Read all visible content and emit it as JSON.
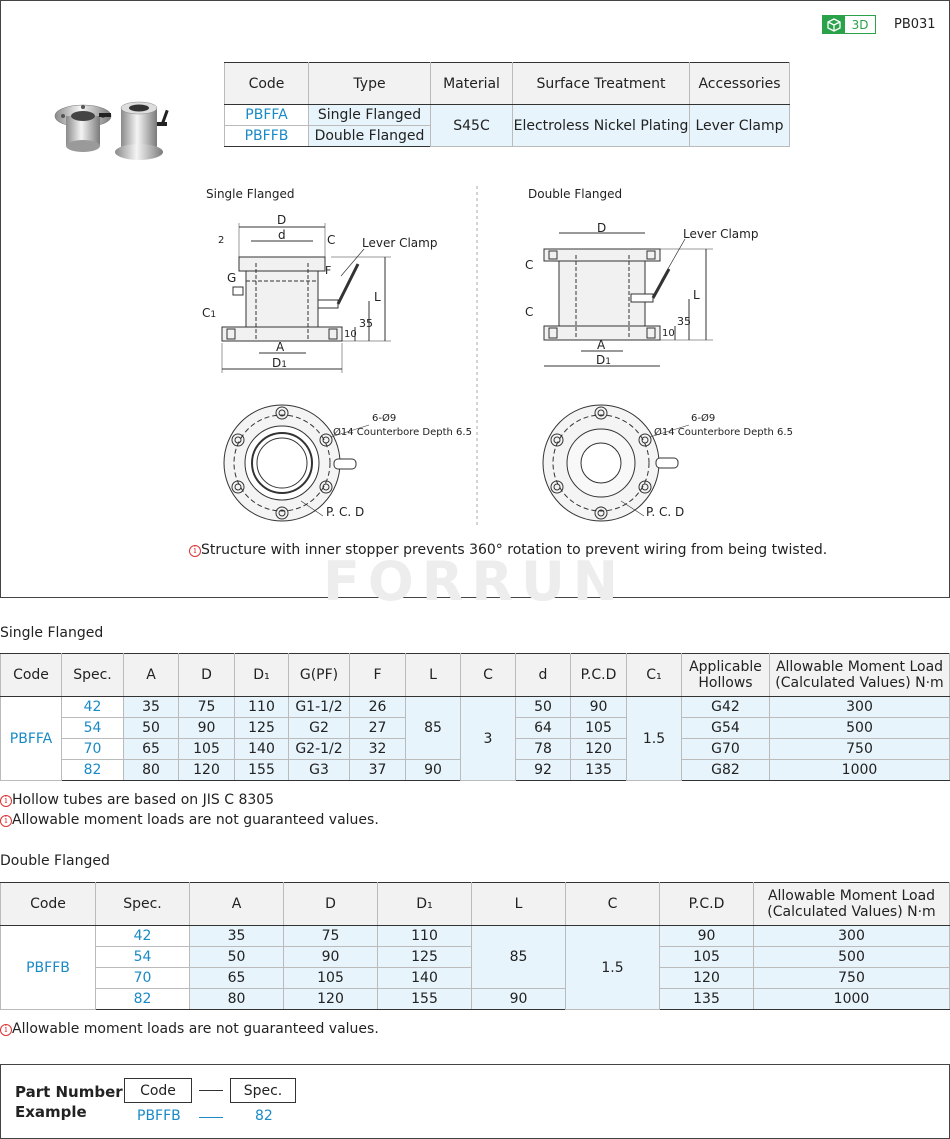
{
  "header": {
    "badge_3d": "3D",
    "part_code": "PB031"
  },
  "main_table": {
    "headers": [
      "Code",
      "Type",
      "Material",
      "Surface Treatment",
      "Accessories"
    ],
    "rows": [
      {
        "code": "PBFFA",
        "type": "Single Flanged"
      },
      {
        "code": "PBFFB",
        "type": "Double Flanged"
      }
    ],
    "material": "S45C",
    "surface": "Electroless Nickel Plating",
    "accessories": "Lever Clamp"
  },
  "drawing": {
    "single_label": "Single Flanged",
    "double_label": "Double Flanged",
    "lever_clamp": "Lever Clamp",
    "dim_D": "D",
    "dim_d": "d",
    "dim_D1": "D",
    "dim_A": "A",
    "dim_C": "C",
    "dim_C1": "C",
    "dim_F": "F",
    "dim_G": "G",
    "dim_L": "L",
    "dim_2": "2",
    "dim_10": "10",
    "dim_35": "35",
    "holes": "6-Ø9",
    "counterbore": "Ø14 Counterbore Depth 6.5",
    "pcd": "P. C. D"
  },
  "structure_note": "Structure with inner stopper prevents 360° rotation to prevent wiring from being twisted.",
  "watermark": "FORRUN",
  "single": {
    "title": "Single Flanged",
    "headers": [
      "Code",
      "Spec.",
      "A",
      "D",
      "D₁",
      "G(PF)",
      "F",
      "L",
      "C",
      "d",
      "P.C.D",
      "C₁",
      "Applicable Hollows",
      "Allowable Moment Load (Calculated Values) N·m"
    ],
    "code": "PBFFA",
    "rows": [
      {
        "spec": "42",
        "A": "35",
        "D": "75",
        "D1": "110",
        "G": "G1-1/2",
        "F": "26",
        "d": "50",
        "PCD": "90",
        "hollow": "G42",
        "moment": "300"
      },
      {
        "spec": "54",
        "A": "50",
        "D": "90",
        "D1": "125",
        "G": "G2",
        "F": "27",
        "d": "64",
        "PCD": "105",
        "hollow": "G54",
        "moment": "500"
      },
      {
        "spec": "70",
        "A": "65",
        "D": "105",
        "D1": "140",
        "G": "G2-1/2",
        "F": "32",
        "d": "78",
        "PCD": "120",
        "hollow": "G70",
        "moment": "750"
      },
      {
        "spec": "82",
        "A": "80",
        "D": "120",
        "D1": "155",
        "G": "G3",
        "F": "37",
        "d": "92",
        "PCD": "135",
        "hollow": "G82",
        "moment": "1000"
      }
    ],
    "L_merged": "85",
    "L_last": "90",
    "C_merged": "3",
    "C1_merged": "1.5",
    "notes": [
      "Hollow tubes are based on JIS C 8305",
      "Allowable moment loads are not guaranteed values."
    ]
  },
  "double": {
    "title": "Double Flanged",
    "headers": [
      "Code",
      "Spec.",
      "A",
      "D",
      "D₁",
      "L",
      "C",
      "P.C.D",
      "Allowable Moment Load (Calculated Values) N·m"
    ],
    "code": "PBFFB",
    "rows": [
      {
        "spec": "42",
        "A": "35",
        "D": "75",
        "D1": "110",
        "PCD": "90",
        "moment": "300"
      },
      {
        "spec": "54",
        "A": "50",
        "D": "90",
        "D1": "125",
        "PCD": "105",
        "moment": "500"
      },
      {
        "spec": "70",
        "A": "65",
        "D": "105",
        "D1": "140",
        "PCD": "120",
        "moment": "750"
      },
      {
        "spec": "82",
        "A": "80",
        "D": "120",
        "D1": "155",
        "PCD": "135",
        "moment": "1000"
      }
    ],
    "L_merged": "85",
    "L_last": "90",
    "C_merged": "1.5",
    "note": "Allowable moment loads are not guaranteed values."
  },
  "part_number": {
    "title_line1": "Part Number",
    "title_line2": "Example",
    "code_label": "Code",
    "spec_label": "Spec.",
    "code_value": "PBFFB",
    "spec_value": "82"
  }
}
